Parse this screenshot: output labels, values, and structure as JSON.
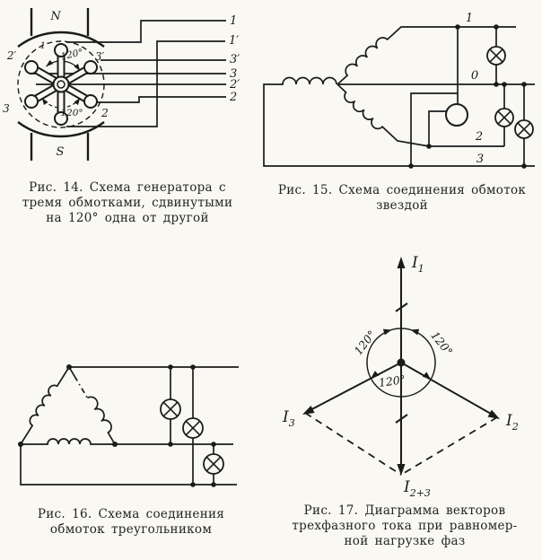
{
  "page": {
    "background": "#f9f8f3",
    "ink": "#1b1b1b"
  },
  "fig14": {
    "caption_line1": "Рис. 14. Схема генератора с",
    "caption_line2": "тремя обмотками, сдвинутыми",
    "caption_line3": "на 120° одна от другой",
    "pole_top": "N",
    "pole_bottom": "S",
    "angle_label": "120°",
    "rotor_label_1": "1",
    "rotor_label_2p": "2′",
    "rotor_label_3p": "3′",
    "rotor_label_3": "3",
    "rotor_label_2": "2",
    "wire_label_1": "1",
    "wire_label_1p": "1′",
    "wire_label_3p": "3′",
    "wire_label_3": "3",
    "wire_label_2p": "2′",
    "wire_label_2": "2"
  },
  "fig15": {
    "caption_line1": "Рис. 15. Схема соединения обмоток",
    "caption_line2": "звездой",
    "label_line1": "1",
    "label_line0": "0",
    "label_line2": "2",
    "label_line3": "3"
  },
  "fig16": {
    "caption_line1": "Рис. 16. Схема соединения",
    "caption_line2": "обмоток треугольником"
  },
  "fig17": {
    "caption_line1": "Рис. 17. Диаграмма векторов",
    "caption_line2": "трехфазного тока при равномер-",
    "caption_line3": "ной нагрузке фаз",
    "angle_label": "120°",
    "vec_symbol": "I",
    "sub_1": "1",
    "sub_2": "2",
    "sub_3": "3",
    "sub_23": "2+3"
  }
}
